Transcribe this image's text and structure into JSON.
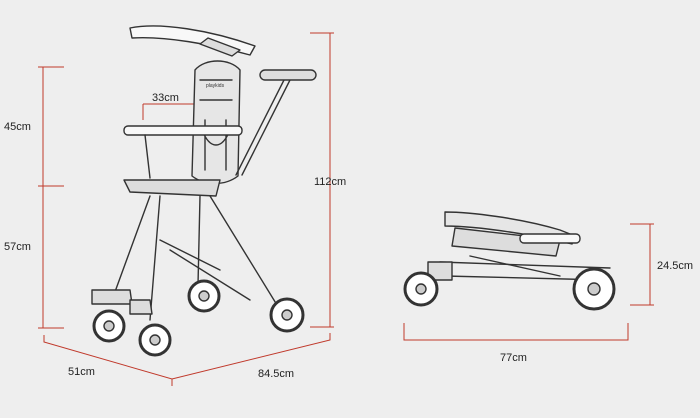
{
  "dimensions": {
    "seat_width": "33cm",
    "seat_height_upper": "45cm",
    "seat_height_lower": "57cm",
    "total_height": "112cm",
    "base_width": "51cm",
    "base_length": "84.5cm",
    "folded_height": "24.5cm",
    "folded_length": "77cm"
  },
  "brand_mark": "playkids",
  "colors": {
    "dimension_line": "#c0392b",
    "outline": "#333333",
    "background": "#eeeeee"
  }
}
